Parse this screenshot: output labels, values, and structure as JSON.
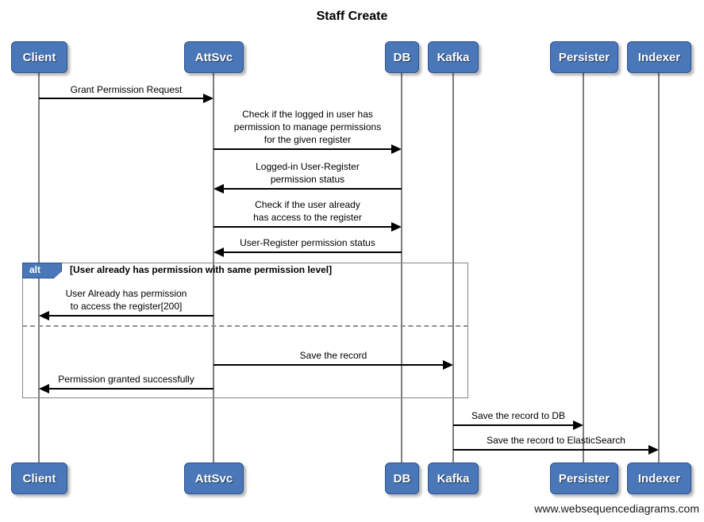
{
  "diagram": {
    "title": "Staff Create",
    "watermark": "www.websequencediagrams.com",
    "colors": {
      "actor_fill": "#4a77b7",
      "actor_border": "#2c5291",
      "lifeline": "#7d7d7d",
      "frame_border": "#848484",
      "arrow": "#000000",
      "background": "#ffffff"
    }
  },
  "actors": [
    {
      "name": "Client"
    },
    {
      "name": "AttSvc"
    },
    {
      "name": "DB"
    },
    {
      "name": "Kafka"
    },
    {
      "name": "Persister"
    },
    {
      "name": "Indexer"
    }
  ],
  "messages": [
    {
      "from": "Client",
      "to": "AttSvc",
      "text": "Grant Permission Request"
    },
    {
      "from": "AttSvc",
      "to": "DB",
      "text": "Check if the logged in user has\npermission to manage permissions\nfor the given register"
    },
    {
      "from": "DB",
      "to": "AttSvc",
      "text": "Logged-in User-Register\npermission status"
    },
    {
      "from": "AttSvc",
      "to": "DB",
      "text": "Check if the user already\nhas access to the register"
    },
    {
      "from": "DB",
      "to": "AttSvc",
      "text": "User-Register permission status"
    },
    {
      "from": "AttSvc",
      "to": "Client",
      "text": "User Already has permission\nto access the register[200]"
    },
    {
      "from": "AttSvc",
      "to": "Kafka",
      "text": "Save the record"
    },
    {
      "from": "AttSvc",
      "to": "Client",
      "text": "Permission granted successfully"
    },
    {
      "from": "Kafka",
      "to": "Persister",
      "text": "Save the record to DB"
    },
    {
      "from": "Kafka",
      "to": "Indexer",
      "text": "Save the record to ElasticSearch"
    }
  ],
  "alt_frame": {
    "label": "alt",
    "guard": "[User already has permission with same permission level]"
  }
}
